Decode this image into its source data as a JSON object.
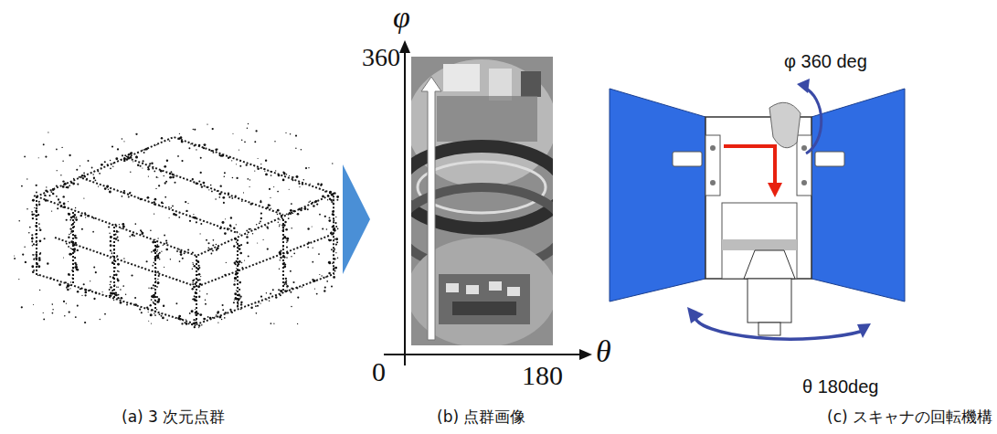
{
  "diagram": {
    "labels": [
      "φ",
      "360",
      "0",
      "180",
      "θ",
      "φ 360 deg",
      "θ 180deg",
      "(a) 3 次元点群",
      "(b) 点群画像",
      "(c) スキャナの回転機構"
    ]
  }
}
